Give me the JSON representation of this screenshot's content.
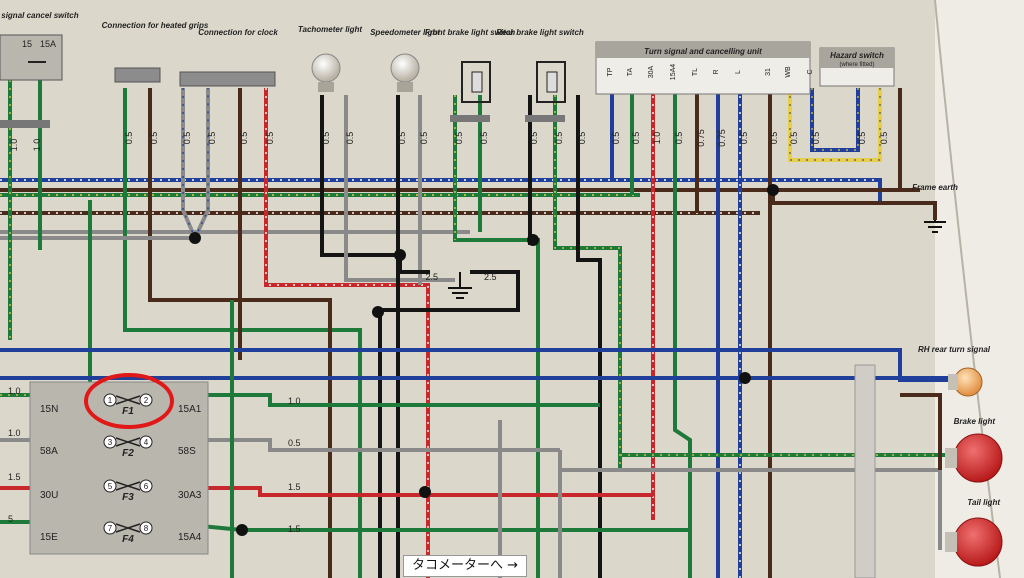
{
  "headers": {
    "turn_cancel": "Turn signal cancel switch",
    "heated_grips": "Connection for heated grips",
    "clock": "Connection for clock",
    "tach_light": "Tachometer light",
    "speedo_light": "Speedometer light",
    "front_brake": "Front brake light switch",
    "rear_brake": "Rear brake light switch",
    "turn_unit": "Turn signal and cancelling unit",
    "hazard": "Hazard switch",
    "hazard_note": "(where fitted)"
  },
  "cancel_switch_pins": [
    "15",
    "15A"
  ],
  "turn_unit_pins": [
    "TP",
    "TA",
    "30A",
    "15A4",
    "TL",
    "R",
    "L",
    "31",
    "WB",
    "C"
  ],
  "labels": {
    "frame_earth": "Frame earth",
    "rh_rear_turn": "RH rear turn signal",
    "brake_light": "Brake light",
    "tail_light": "Tail light"
  },
  "top_gauges": [
    "1.0",
    "1.0",
    "0.5",
    "0.5",
    "0.5",
    "0.5",
    "0.5",
    "0.5",
    "0.5",
    "0.5",
    "0.5",
    "0.5",
    "0.5",
    "0.5",
    "0.5",
    "0.5",
    "0.5",
    "0.5",
    "1.0",
    "0.5",
    "0.5",
    "0.75",
    "0.75",
    "0.5",
    "0.5",
    "0.5",
    "0.5",
    "0.5",
    "0.5"
  ],
  "earth_gauges": [
    "2.5",
    "2.5"
  ],
  "fuses": [
    {
      "id": "F1",
      "pins": [
        "1",
        "2"
      ],
      "left": "15N",
      "right": "15A1",
      "left_gauge": "1.0",
      "right_gauge": "1.0"
    },
    {
      "id": "F2",
      "pins": [
        "3",
        "4"
      ],
      "left": "58A",
      "right": "58S",
      "left_gauge": "1.0",
      "right_gauge": "0.5"
    },
    {
      "id": "F3",
      "pins": [
        "5",
        "6"
      ],
      "left": "30U",
      "right": "30A3",
      "left_gauge": "1.5",
      "right_gauge": "1.5"
    },
    {
      "id": "F4",
      "pins": [
        "7",
        "8"
      ],
      "left": "15E",
      "right": "15A4",
      "left_gauge": "5",
      "right_gauge": "1.5"
    }
  ],
  "caption": "タコメーターへ →",
  "colors": {
    "green": "#1e7a3a",
    "blue": "#1f3f9a",
    "brown": "#4a2a1a",
    "black": "#141414",
    "grey": "#8a8a8a",
    "red": "#c8282c",
    "yellow": "#e6cf4a",
    "highlight": "#e01818",
    "panel": "#b9b6ae"
  }
}
